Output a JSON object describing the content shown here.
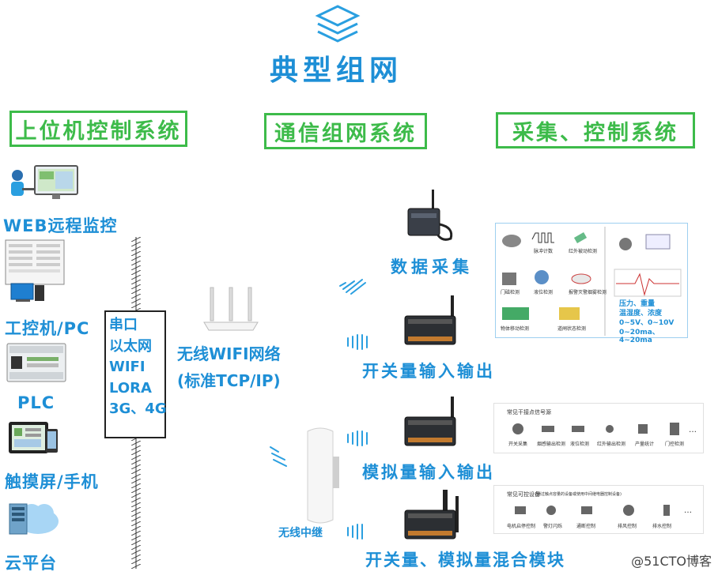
{
  "title": "典型组网",
  "headers": {
    "left": "上位机控制系统",
    "middle": "通信组网系统",
    "right": "采集、控制系统"
  },
  "left_items": {
    "web": "WEB远程监控",
    "ipc": "工控机/PC",
    "plc": "PLC",
    "touch": "触摸屏/手机",
    "cloud": "云平台"
  },
  "protocols": [
    "串口",
    "以太网",
    "WIFI",
    "LORA",
    "3G、4G"
  ],
  "wifi_label_1": "无线WIFI网络",
  "wifi_label_2": "(标准TCP/IP)",
  "repeater_label": "无线中继",
  "modules": {
    "data": "数据采集",
    "switch": "开关量输入输出",
    "analog": "模拟量输入输出",
    "mixed": "开关量、模拟量混合模块"
  },
  "panel1": {
    "items": [
      "脉冲计数",
      "红外被动检测",
      "门磁检测",
      "液位检测",
      "报警灭警烟雾检测",
      "物体移动检测",
      "道闸状态检测"
    ],
    "right_text": [
      "压力、重量",
      "温湿度、浓度",
      "0~5V、0~10V",
      "0~20ma、4~20ma"
    ]
  },
  "panel2": {
    "title": "常见干接点信号源",
    "items": [
      "开关采集",
      "烟感输出检测",
      "液位检测",
      "红外输出检测",
      "产量统计",
      "门控检测"
    ],
    "more": "…"
  },
  "panel3": {
    "title": "常见可控设备",
    "subtitle": "(通过触点容量的设备或使用中间继电器控制设备)",
    "items": [
      "电机启停控制",
      "警灯闪烁",
      "通断控制",
      "排风控制",
      "排水控制"
    ],
    "more": "…"
  },
  "watermark": "@51CTO博客",
  "colors": {
    "blue": "#1e8fd6",
    "green": "#3dbb4a"
  }
}
